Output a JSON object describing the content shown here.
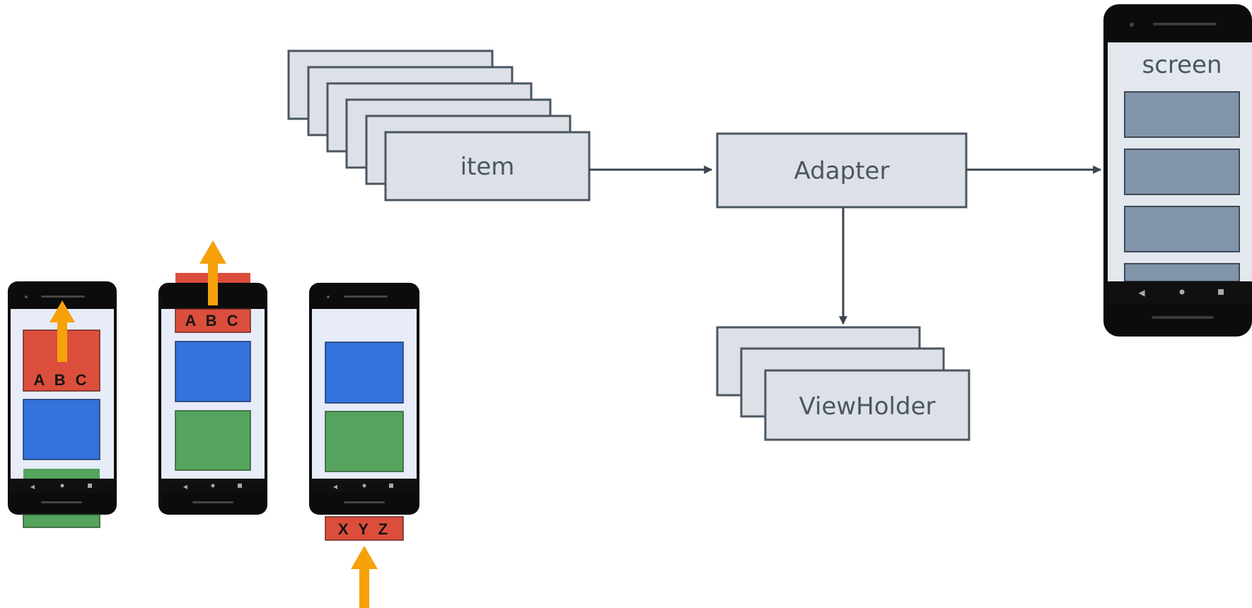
{
  "diagram": {
    "item_label": "item",
    "adapter_label": "Adapter",
    "viewholder_label": "ViewHolder",
    "screen_label": "screen"
  },
  "recycling_demo": {
    "phone1_tag": "A B C",
    "phone2_tag": "A B C",
    "phone3_tag": "X Y Z"
  },
  "colors": {
    "box_fill": "#dde1e7",
    "box_stroke": "#4a5661",
    "arrow": "#3b4550",
    "list_item": "#8294a9",
    "phone_body": "#0c0c0c",
    "phone_screen": "#e7ecf8",
    "card_red": "#dc4e3c",
    "card_blue": "#3472dc",
    "card_green": "#55a45d",
    "scroll_arrow": "#f6a10a"
  }
}
